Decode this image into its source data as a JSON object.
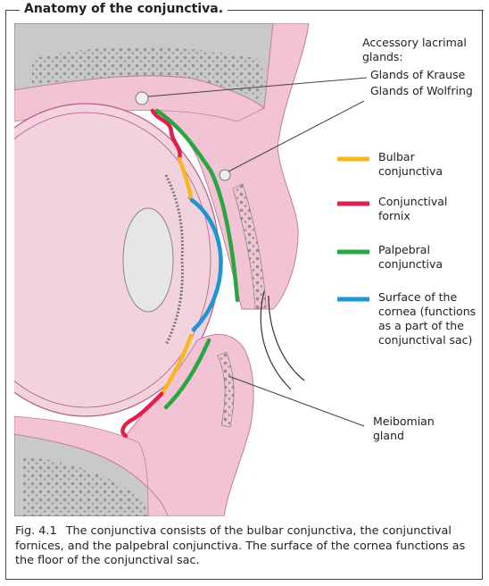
{
  "header": {
    "title": "Anatomy of the conjunctiva."
  },
  "labels": {
    "accessory_heading_1": "Accessory lacrimal",
    "accessory_heading_2": "glands:",
    "krause": "Glands of Krause",
    "wolfring": "Glands of Wolfring",
    "meibomian_1": "Meibomian",
    "meibomian_2": "gland"
  },
  "legend": [
    {
      "color": "#f5b820",
      "line1": "Bulbar",
      "line2": "conjunctiva"
    },
    {
      "color": "#e0204a",
      "line1": "Conjunctival",
      "line2": "fornix"
    },
    {
      "color": "#2aa640",
      "line1": "Palpebral",
      "line2": "conjunctiva"
    },
    {
      "color": "#1e96d4",
      "line1": "Surface of the",
      "line2": "cornea (functions",
      "line3": "as a part of the",
      "line4": "conjunctival sac)"
    }
  ],
  "caption": {
    "fig_num": "Fig. 4.1",
    "text": "The conjunctiva consists of the bulbar conjunctiva, the conjunctival fornices, and the palpebral conjunctiva. The surface of the cornea functions as the floor of the conjunctival sac."
  },
  "colors": {
    "bone": "#c9c9c9",
    "bone_dot": "#8f8f8f",
    "tissue": "#f2c2d5",
    "tissue_dark": "#e7a6c0",
    "globe": "#f3d2df"
  }
}
